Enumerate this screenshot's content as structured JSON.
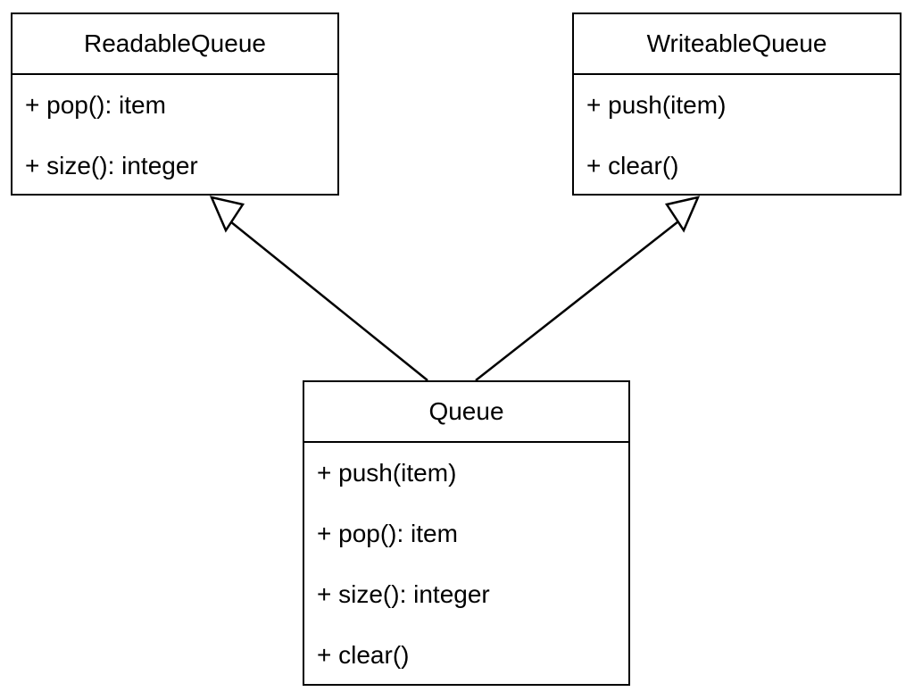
{
  "classes": {
    "readable": {
      "name": "ReadableQueue",
      "members": [
        "+ pop(): item",
        "+ size(): integer"
      ]
    },
    "writeable": {
      "name": "WriteableQueue",
      "members": [
        "+ push(item)",
        "+ clear()"
      ]
    },
    "queue": {
      "name": "Queue",
      "members": [
        "+ push(item)",
        "+ pop(): item",
        "+ size(): integer",
        "+ clear()"
      ]
    }
  },
  "relationships": [
    {
      "type": "generalization",
      "from": "Queue",
      "to": "ReadableQueue"
    },
    {
      "type": "generalization",
      "from": "Queue",
      "to": "WriteableQueue"
    }
  ],
  "colors": {
    "stroke": "#000000",
    "background": "#ffffff"
  }
}
